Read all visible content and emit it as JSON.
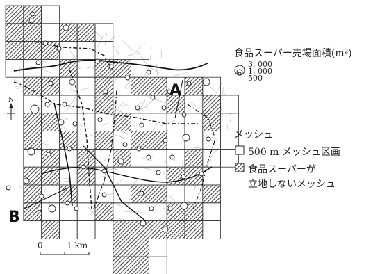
{
  "map": {
    "point_labels": {
      "a": "A",
      "b": "B"
    },
    "north": "N",
    "scale": {
      "zero": "0",
      "unit": "1 km"
    },
    "colors": {
      "mesh_line": "#333333",
      "hatched": "#444444",
      "road": "#b5b5b5",
      "boundary": "#222222"
    }
  },
  "legend": {
    "store_area": {
      "title": "食品スーパー売場面積(m²)",
      "values": [
        "3, 000",
        "1, 000",
        "500"
      ],
      "icon": "nested-circles-icon"
    },
    "mesh": {
      "title": "メッシュ",
      "items": [
        {
          "label": "500 m メッシュ区画",
          "icon": "empty-square-icon"
        },
        {
          "label": "食品スーパーが",
          "label2": "立地しないメッシュ",
          "icon": "hatched-square-icon"
        }
      ]
    }
  }
}
